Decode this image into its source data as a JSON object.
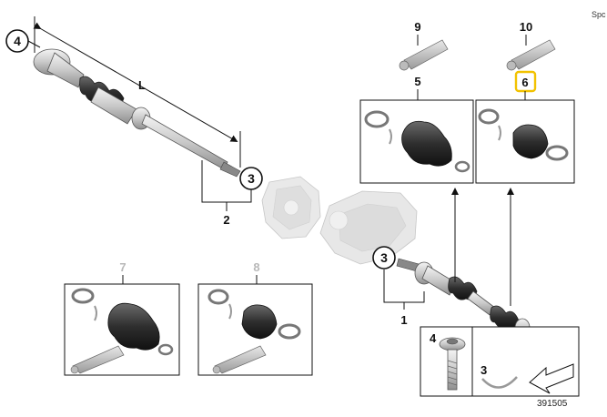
{
  "corner_text": "Spc",
  "diagram_number": "391505",
  "dimension_label": "L",
  "callouts": {
    "c4_top": "4",
    "c3_top": "3",
    "c3_mid": "3",
    "c4_bottom": "4",
    "label_2": "2",
    "label_1": "1",
    "label_5": "5",
    "label_6": "6",
    "label_7": "7",
    "label_8": "8",
    "label_9": "9",
    "label_10": "10"
  },
  "hardware_box": {
    "bolt_label": "4",
    "clip_label": "3"
  },
  "colors": {
    "highlight": "#f2c200",
    "inactive_label": "#b8b8b8",
    "line": "#111111",
    "part_fill": "#dcdcdc",
    "boot_fill": "#3a3a3a"
  }
}
